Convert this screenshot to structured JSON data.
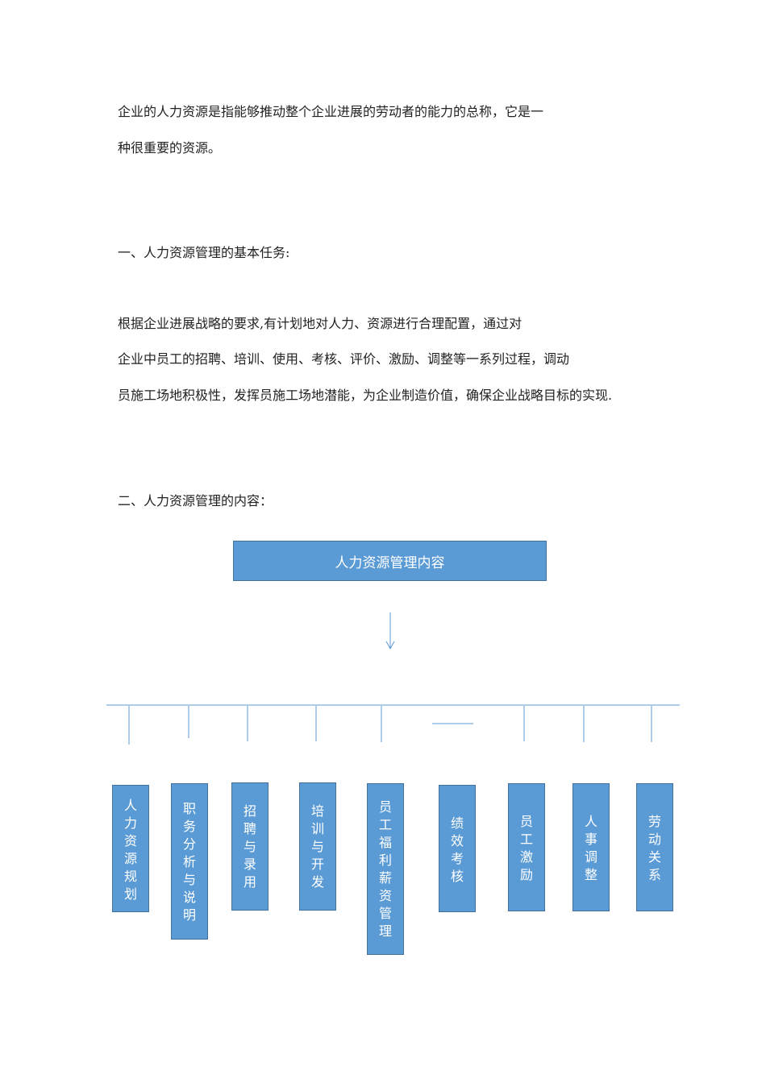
{
  "intro": {
    "line1": "企业的人力资源是指能够推动整个企业进展的劳动者的能力的总称，它是一",
    "line2": "种很重要的资源。"
  },
  "section1": {
    "heading": "一、人力资源管理的基本任务:",
    "para_line1": "根据企业进展战略的要求,有计划地对人力、资源进行合理配置，通过对",
    "para_line2": "企业中员工的招聘、培训、使用、考核、评价、激励、调整等一系列过程，调动",
    "para_line3": "员施工场地积极性，发挥员施工场地潜能，为企业制造价值，确保企业战略目标的实现."
  },
  "section2": {
    "heading": "二、人力资源管理的内容："
  },
  "org_chart": {
    "root": "人力资源管理内容",
    "children": [
      "人力资源规划",
      "职务分析与说明",
      "招聘与录用",
      "培训与开发",
      "员工福利薪资管理",
      "绩效考核",
      "员工激励",
      "人事调整",
      "劳动关系"
    ],
    "box_color": "#5b9bd5",
    "border_color": "#41719c",
    "line_color": "#5b9bd5"
  }
}
